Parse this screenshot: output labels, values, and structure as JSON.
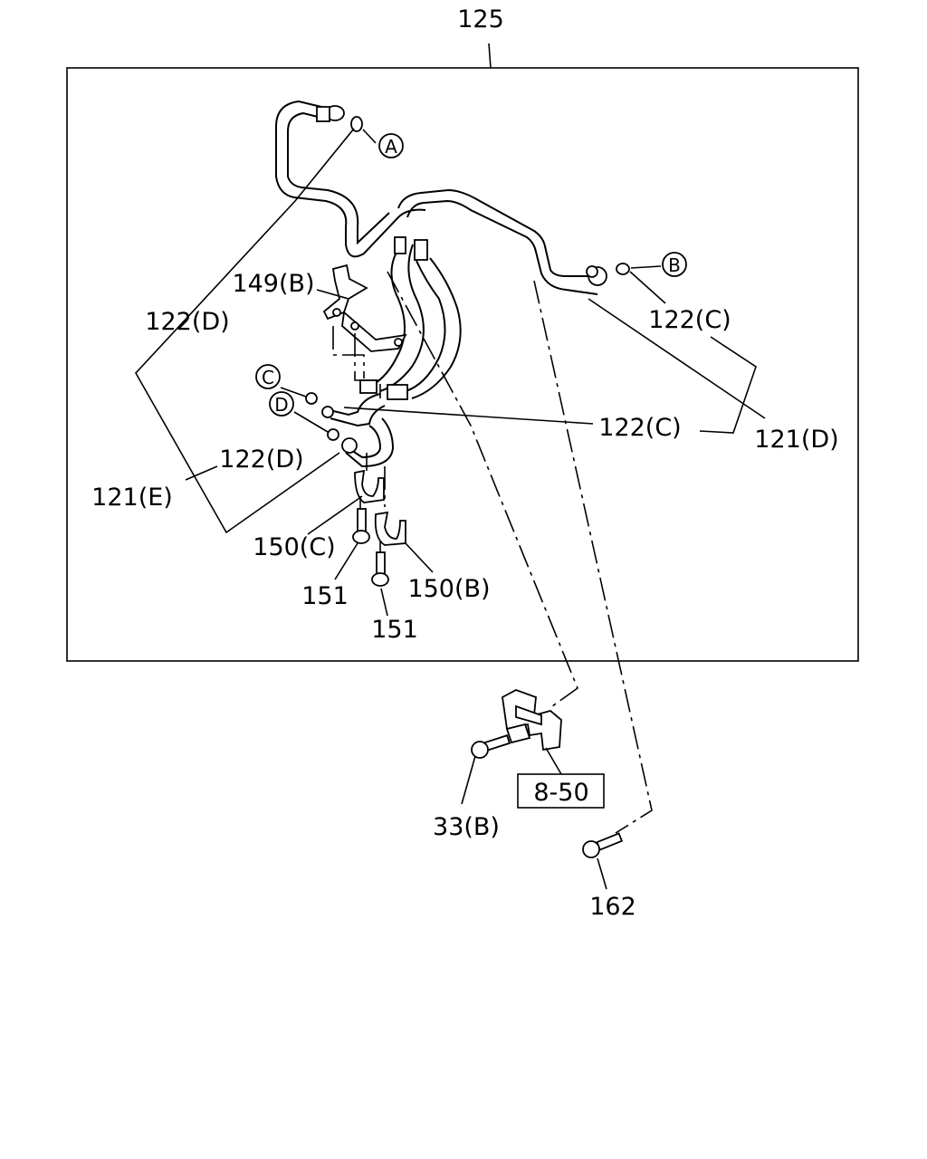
{
  "labels": {
    "assembly": "125",
    "p149b": "149(B)",
    "p122d_upper": "122(D)",
    "p122c_upper": "122(C)",
    "p122c_mid": "122(C)",
    "p121d": "121(D)",
    "p122d_lower": "122(D)",
    "p121e": "121(E)",
    "p150c": "150(C)",
    "p151a": "151",
    "p150b": "150(B)",
    "p151b": "151",
    "ref_box": "8-50",
    "p33b": "33(B)",
    "p162": "162"
  },
  "callouts": {
    "a": "A",
    "b": "B",
    "c": "C",
    "d": "D"
  }
}
